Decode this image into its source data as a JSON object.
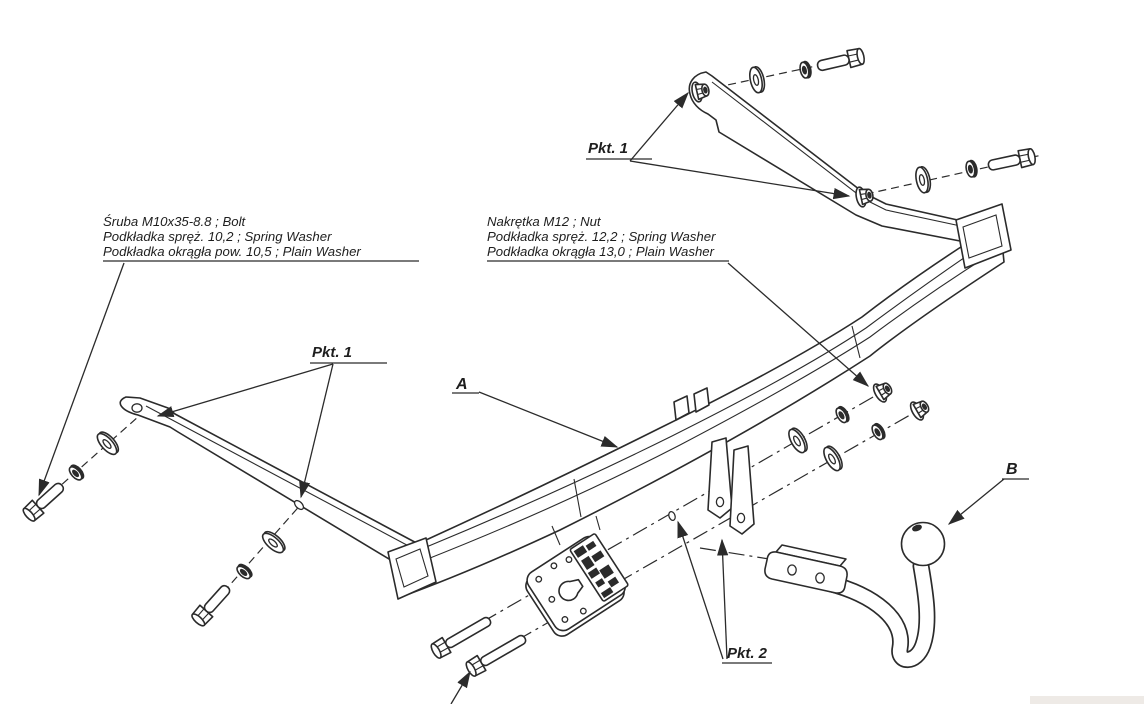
{
  "diagram": {
    "kind": "exploded-assembly-technical-drawing",
    "subject": "tow-bar installation diagram",
    "colors": {
      "line": "#2b2b2b",
      "background": "#ffffff"
    },
    "labels": {
      "bolt_note": {
        "line1": "Śruba M10x35-8.8   ;  Bolt",
        "line2": "Podkładka spręż. 10,2 ; Spring Washer",
        "line3": "Podkładka okrągła pow. 10,5 ; Plain Washer"
      },
      "nut_note": {
        "line1": "Nakrętka  M12 ; Nut",
        "line2": "Podkładka spręż. 12,2 ; Spring Washer",
        "line3": "Podkładka okrągła 13,0 ;  Plain Washer"
      },
      "point1": "Pkt. 1",
      "point2": "Pkt. 2",
      "part_a": "A",
      "part_b": "B"
    }
  }
}
